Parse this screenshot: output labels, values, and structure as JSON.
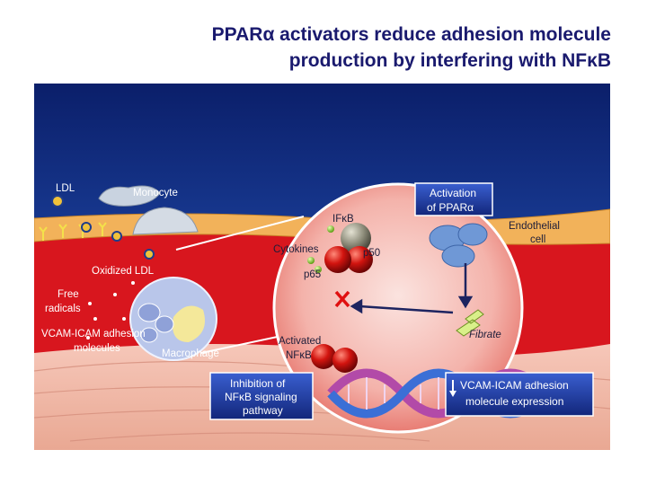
{
  "title": {
    "line1": "PPARα activators reduce adhesion molecule",
    "line2": "production by interfering with NFκB"
  },
  "labels": {
    "ldl": "LDL",
    "monocyte": "Monocyte",
    "oxidized_ldl": "Oxidized LDL",
    "free_radicals_1": "Free",
    "free_radicals_2": "radicals",
    "vcam_left_1": "VCAM-ICAM adhesion",
    "vcam_left_2": "molecules",
    "macrophage": "Macrophage",
    "endothelial_1": "Endothelial",
    "endothelial_2": "cell",
    "cytokines": "Cytokines",
    "ikb": "IFκB",
    "p50": "p50",
    "p65": "p65",
    "activated_1": "Activated",
    "activated_2": "NFκB",
    "fibrate": "Fibrate"
  },
  "boxes": {
    "activation_1": "Activation",
    "activation_2": "of PPARα",
    "inhibition_1": "Inhibition of",
    "inhibition_2": "NFκB signaling",
    "inhibition_3": "pathway",
    "vcam_expr_1": "VCAM-ICAM adhesion",
    "vcam_expr_2": "molecule expression"
  },
  "colors": {
    "title": "#1a1a6e",
    "sky_top": "#0b1f6a",
    "vessel_red": "#d8161e",
    "endothelium": "#f2b25a",
    "box_blue": "#1e3b9a"
  }
}
